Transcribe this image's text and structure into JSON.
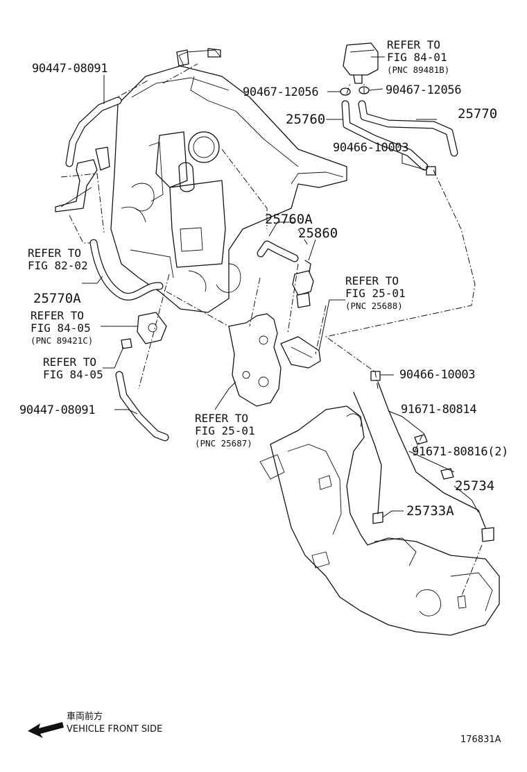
{
  "labels": {
    "p90447_08091_top": "90447-08091",
    "refer_84_01_line1": "REFER TO",
    "refer_84_01_line2": "FIG 84-01",
    "refer_84_01_pnc": "(PNC 89481B)",
    "p90467_12056_left": "90467-12056",
    "p90467_12056_right": "90467-12056",
    "p25760": "25760",
    "p25770": "25770",
    "p90466_10003_top": "90466-10003",
    "p25760A": "25760A",
    "p25860": "25860",
    "refer_82_02_line1": "REFER TO",
    "refer_82_02_line2": "FIG 82-02",
    "p25770A": "25770A",
    "refer_84_05a_line1": "REFER TO",
    "refer_84_05a_line2": "FIG 84-05",
    "refer_84_05a_pnc": "(PNC 89421C)",
    "refer_84_05b_line1": "REFER TO",
    "refer_84_05b_line2": "FIG 84-05",
    "refer_25_01a_line1": "REFER TO",
    "refer_25_01a_line2": "FIG 25-01",
    "refer_25_01a_pnc": "(PNC 25688)",
    "p90466_10003_mid": "90466-10003",
    "p90447_08091_bottom": "90447-08091",
    "p91671_80814": "91671-80814",
    "refer_25_01b_line1": "REFER TO",
    "refer_25_01b_line2": "FIG 25-01",
    "refer_25_01b_pnc": "(PNC 25687)",
    "p91671_80816": "91671-80816(2)",
    "p25734": "25734",
    "p25733A": "25733A"
  },
  "legend": {
    "japanese": "車両前方",
    "english": "VEHICLE FRONT SIDE",
    "arrow_icon": "left-arrow-icon"
  },
  "figure_code": "176831A"
}
